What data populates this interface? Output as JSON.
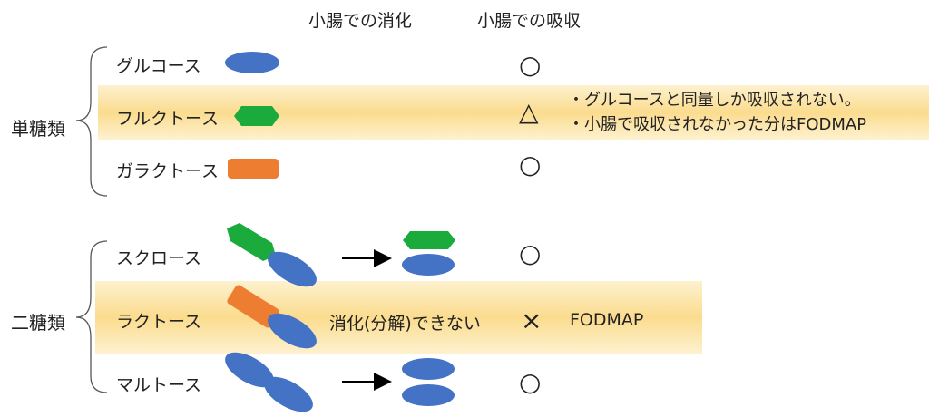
{
  "headers": {
    "digestion": "小腸での消化",
    "absorption": "小腸での吸収"
  },
  "groups": {
    "monosaccharides": "単糖類",
    "disaccharides": "二糖類"
  },
  "sugars": {
    "glucose": "グルコース",
    "fructose": "フルクトース",
    "galactose": "ガラクトース",
    "sucrose": "スクロース",
    "lactose": "ラクトース",
    "maltose": "マルトース"
  },
  "absorption_marks": {
    "glucose": "○",
    "fructose": "△",
    "galactose": "○",
    "sucrose": "○",
    "lactose": "×",
    "maltose": "○"
  },
  "notes": {
    "fructose_line1": "・グルコースと同量しか吸収されない。",
    "fructose_line2": "・小腸で吸収されなかった分はFODMAP",
    "lactose_digestion": "消化(分解)できない",
    "lactose_result": "FODMAP"
  },
  "colors": {
    "glucose": "#4472c4",
    "fructose": "#1aab3c",
    "galactose": "#ed7d31",
    "band": "#fbdc8e"
  }
}
